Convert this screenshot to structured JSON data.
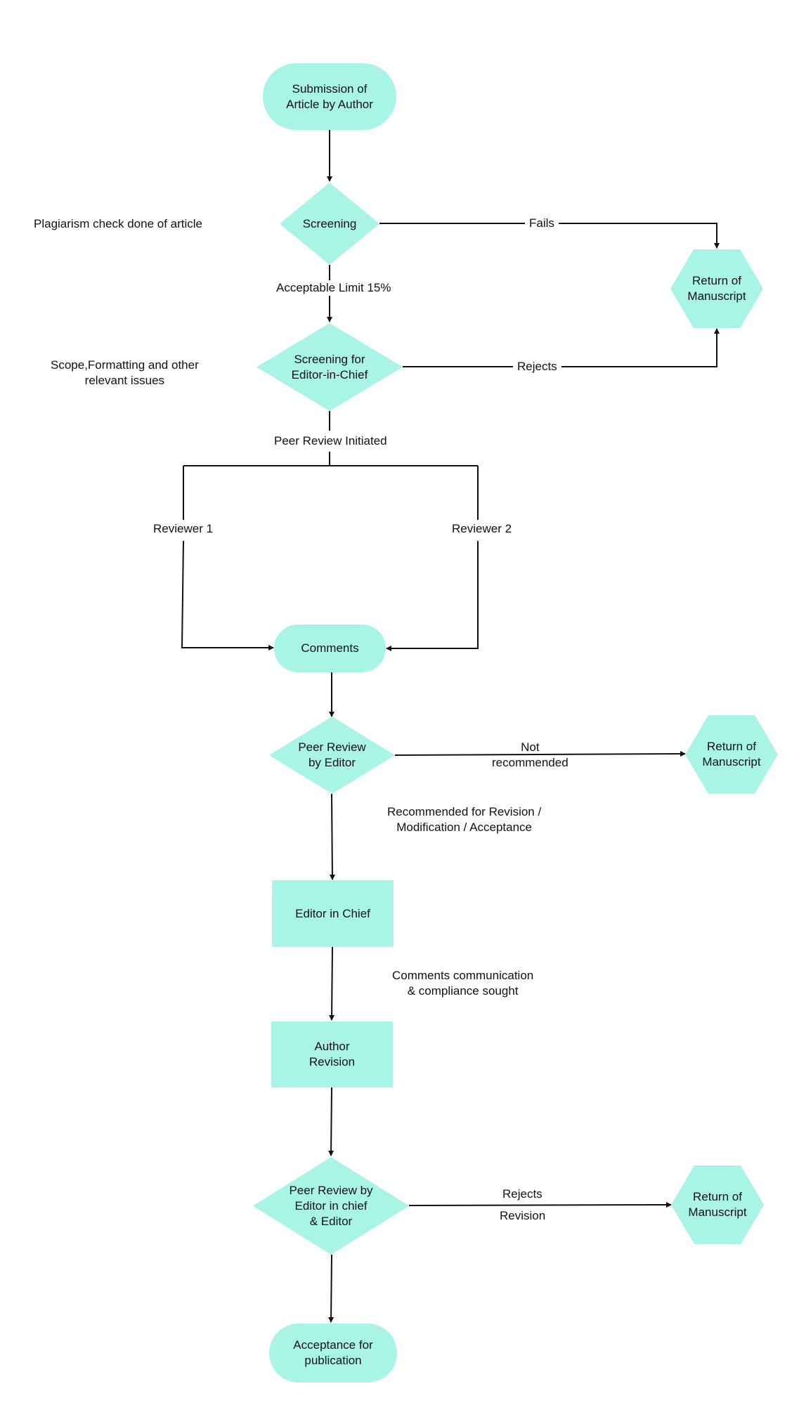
{
  "colors": {
    "node_fill": "#a8f4e6",
    "line": "#111111"
  },
  "nodes": {
    "submission": "Submission of\nArticle by Author",
    "screening": "Screening",
    "return1": "Return of\nManuscript",
    "screening_eic": "Screening for\nEditor-in-Chief",
    "comments": "Comments",
    "peer_review_editor": "Peer Review\nby Editor",
    "return2": "Return of\nManuscript",
    "editor_in_chief": "Editor in Chief",
    "author_revision": "Author\nRevision",
    "peer_review_eic": "Peer Review by\nEditor in chief\n& Editor",
    "return3": "Return of\nManuscript",
    "acceptance": "Acceptance for\npublication"
  },
  "labels": {
    "plagiarism": "Plagiarism check done of article",
    "fails": "Fails",
    "acceptable_limit": "Acceptable Limit 15%",
    "scope": "Scope,Formatting and other\nrelevant issues",
    "rejects1": "Rejects",
    "peer_review_initiated": "Peer Review Initiated",
    "reviewer1": "Reviewer 1",
    "reviewer2": "Reviewer 2",
    "not_recommended": "Not\nrecommended",
    "recommended": "Recommended for Revision /\nModification / Acceptance",
    "comments_communication": "Comments communication\n& compliance sought",
    "rejects2": "Rejects",
    "revision": "Revision"
  }
}
